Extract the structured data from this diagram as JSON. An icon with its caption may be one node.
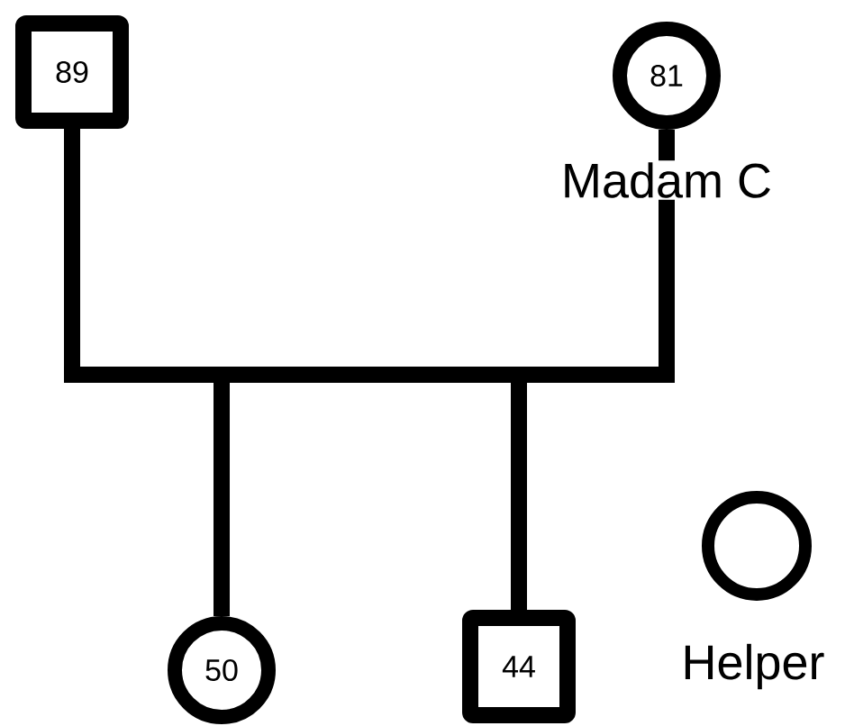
{
  "diagram": {
    "nodes": [
      {
        "text": [
          "89"
        ]
      },
      {
        "text": [
          "81"
        ],
        "beside": [
          "Madam C"
        ]
      },
      {
        "text": [
          "50"
        ]
      },
      {
        "text": [
          "44"
        ]
      },
      {
        "text": [],
        "shape": "circle",
        "beside": [
          "Helper"
        ]
      }
    ],
    "edges": [
      {
        "from": 0,
        "to": 2,
        "arrow": "none"
      },
      {
        "from": 1,
        "to": 2,
        "arrow": "none"
      },
      {
        "from": 0,
        "to": 3,
        "arrow": "none"
      },
      {
        "from": 1,
        "to": 3,
        "arrow": "none"
      }
    ]
  }
}
